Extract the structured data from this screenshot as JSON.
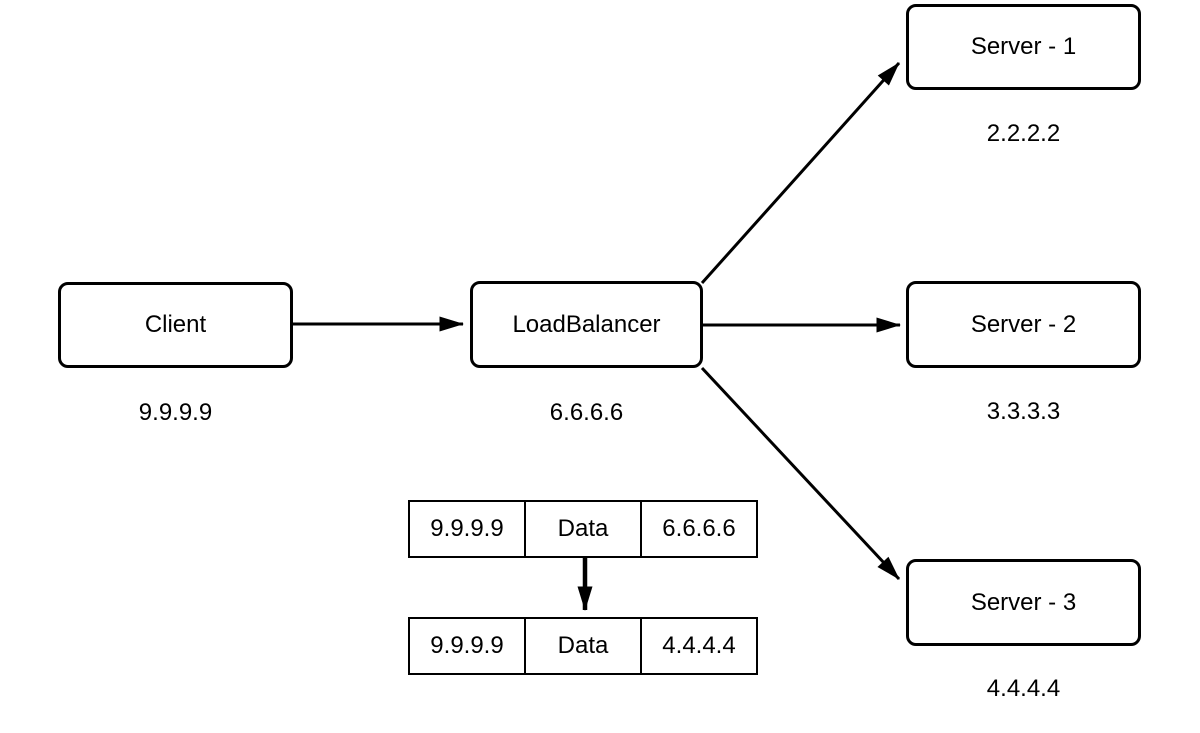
{
  "nodes": {
    "client": {
      "label": "Client",
      "ip": "9.9.9.9"
    },
    "load_balancer": {
      "label": "LoadBalancer",
      "ip": "6.6.6.6"
    },
    "server_1": {
      "label": "Server - 1",
      "ip": "2.2.2.2"
    },
    "server_2": {
      "label": "Server - 2",
      "ip": "3.3.3.3"
    },
    "server_3": {
      "label": "Server - 3",
      "ip": "4.4.4.4"
    }
  },
  "edges": [
    {
      "from": "client",
      "to": "load_balancer"
    },
    {
      "from": "load_balancer",
      "to": "server_1"
    },
    {
      "from": "load_balancer",
      "to": "server_2"
    },
    {
      "from": "load_balancer",
      "to": "server_3"
    },
    {
      "from": "packet_before",
      "to": "packet_after"
    }
  ],
  "packets": {
    "before": {
      "source": "9.9.9.9",
      "payload": "Data",
      "destination": "6.6.6.6"
    },
    "after": {
      "source": "9.9.9.9",
      "payload": "Data",
      "destination": "4.4.4.4"
    }
  },
  "colors": {
    "stroke": "#000000",
    "background": "#ffffff",
    "text": "#000000"
  }
}
